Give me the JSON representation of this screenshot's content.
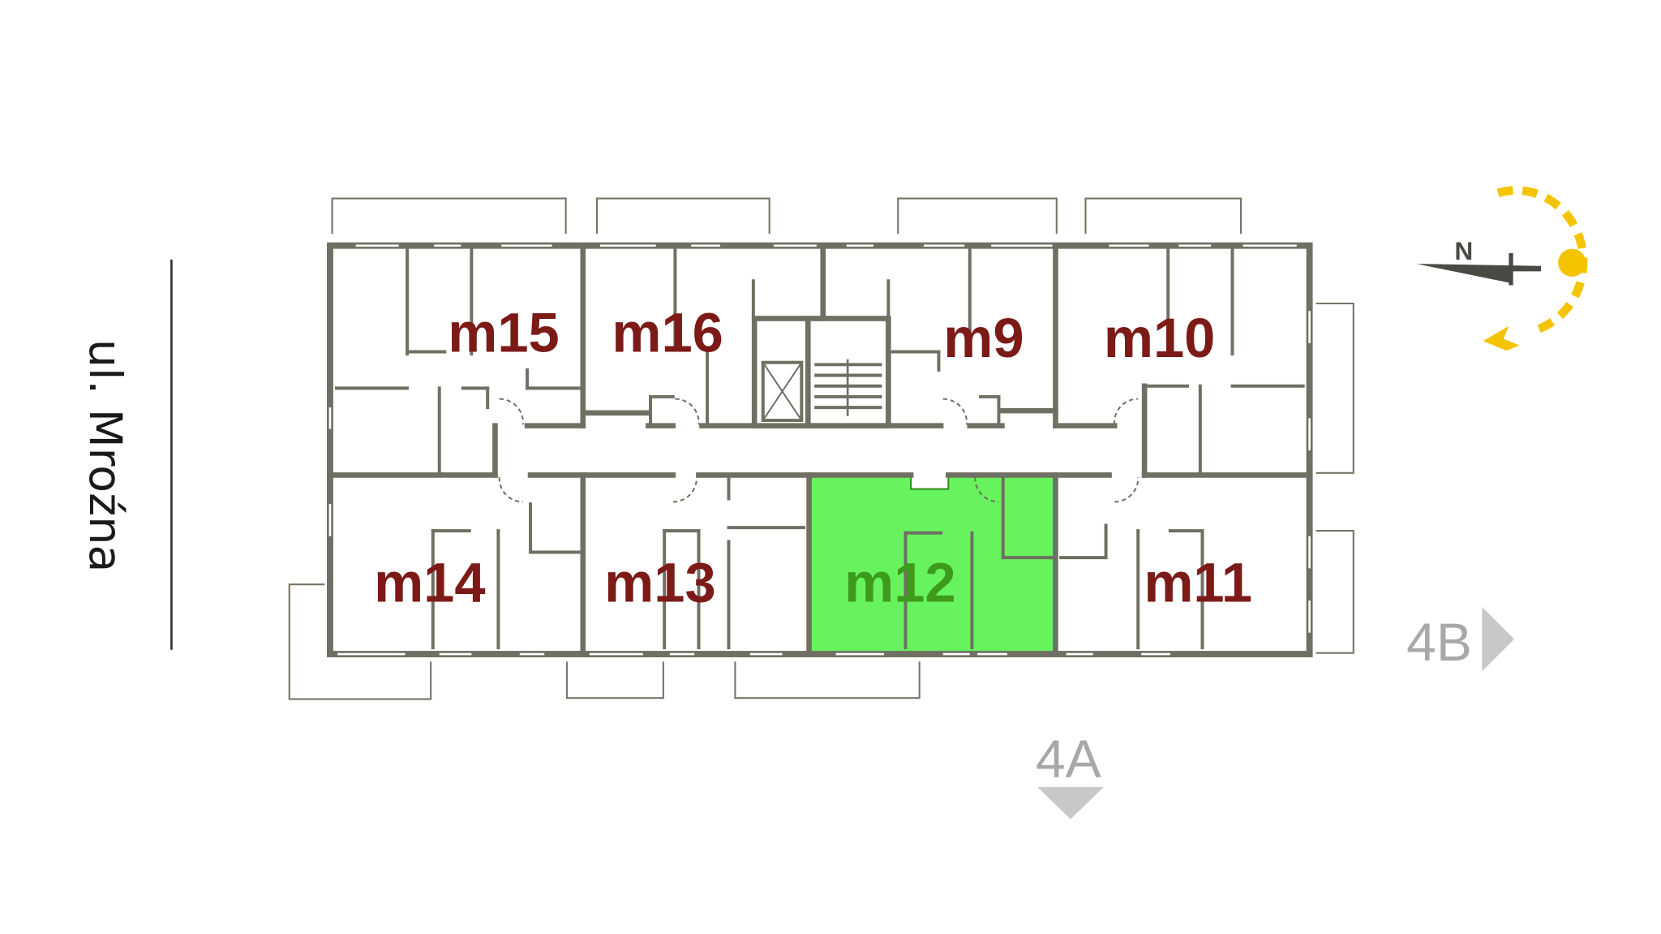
{
  "street": {
    "name": "ul. Mroźna"
  },
  "apartments": [
    {
      "id": "m15",
      "label": "m15",
      "selected": false
    },
    {
      "id": "m16",
      "label": "m16",
      "selected": false
    },
    {
      "id": "m9",
      "label": "m9",
      "selected": false
    },
    {
      "id": "m10",
      "label": "m10",
      "selected": false
    },
    {
      "id": "m14",
      "label": "m14",
      "selected": false
    },
    {
      "id": "m13",
      "label": "m13",
      "selected": false
    },
    {
      "id": "m12",
      "label": "m12",
      "selected": true
    },
    {
      "id": "m11",
      "label": "m11",
      "selected": false
    }
  ],
  "compass": {
    "north_label": "N",
    "icon": "sun-path-icon"
  },
  "views": {
    "view_4a": "4A",
    "view_4b": "4B"
  },
  "colors": {
    "wall": "#6f6f63",
    "label": "#7b1a17",
    "selected_fill": "#55f24d",
    "selected_label": "#3d9a1c",
    "sun": "#f5c400",
    "view_arrow": "#c8c8c8"
  }
}
